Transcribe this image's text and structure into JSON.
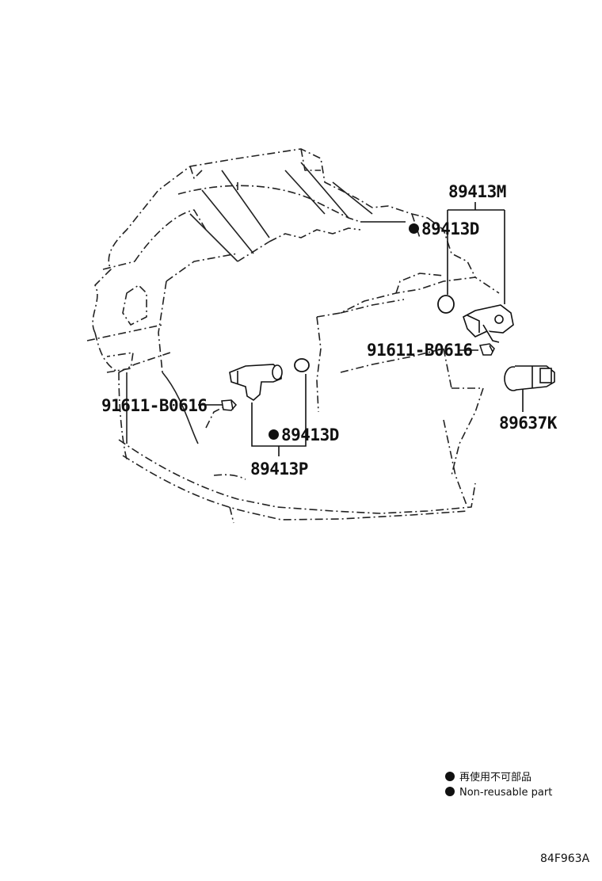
{
  "parts": {
    "sensor_top_assy": "89413M",
    "oring_top": "89413D",
    "bolt_right": "91611-B0616",
    "speed_sensor_right": "89637K",
    "bolt_left": "91611-B0616",
    "oring_left": "89413D",
    "sensor_left_assy": "89413P"
  },
  "legend": {
    "japanese": "再使用不可部品",
    "english": "Non-reusable part"
  },
  "reference_code": "84F963A",
  "colors": {
    "line": "#111111",
    "background": "#ffffff"
  }
}
